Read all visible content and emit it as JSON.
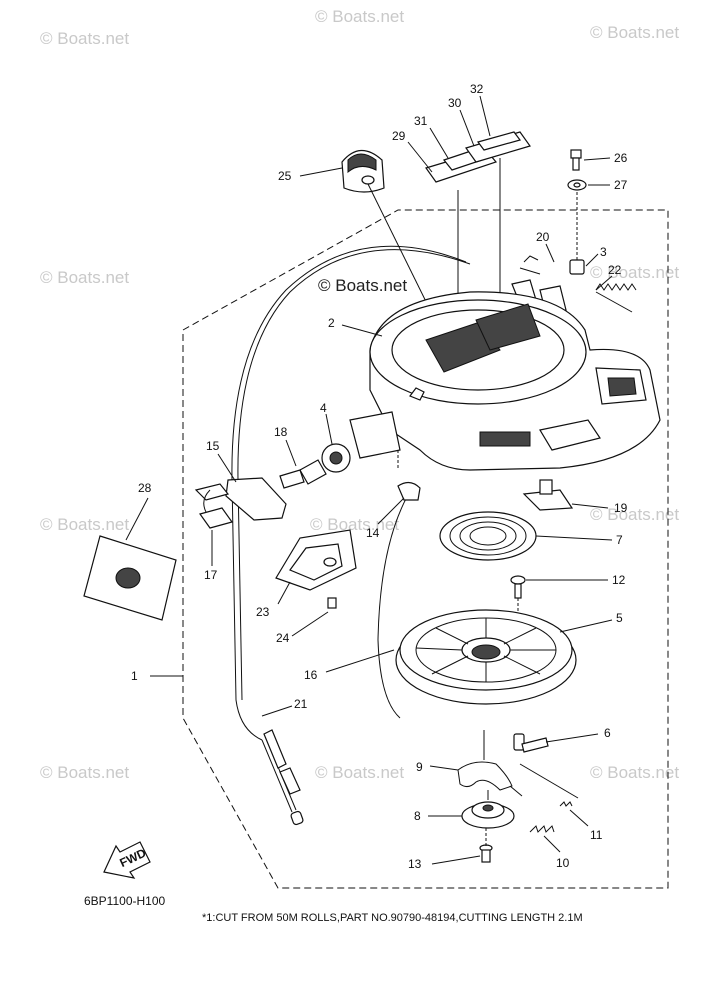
{
  "watermark": "© Boats.net",
  "diagram_code": "6BP1100-H100",
  "footnote": "*1:CUT FROM 50M ROLLS,PART NO.90790-48194,CUTTING LENGTH 2.1M",
  "fwd_label": "FWD",
  "callouts": [
    "1",
    "2",
    "3",
    "4",
    "5",
    "6",
    "7",
    "8",
    "9",
    "10",
    "11",
    "12",
    "13",
    "14",
    "15",
    "16",
    "17",
    "18",
    "19",
    "20",
    "21",
    "22",
    "23",
    "24",
    "25",
    "26",
    "27",
    "28",
    "29",
    "30",
    "31",
    "32"
  ]
}
